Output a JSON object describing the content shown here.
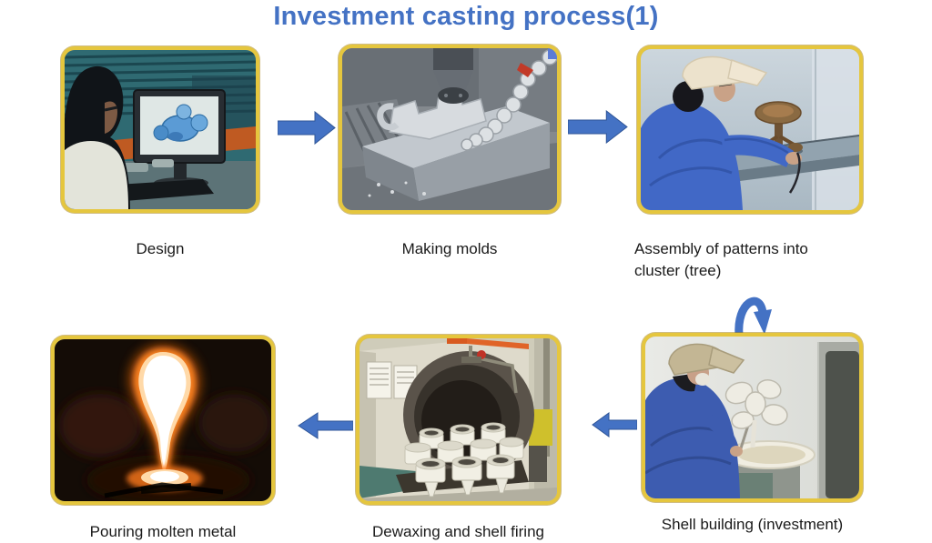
{
  "title": "Investment casting process(1)",
  "colors": {
    "title_blue": "#4472C4",
    "arrow_blue": "#4472C4",
    "arrow_edge": "#2F5597",
    "frame_gold": "#E5C63E",
    "label_text": "#1A1A1A",
    "background": "#FFFFFF"
  },
  "steps": [
    {
      "id": "design",
      "label": "Design",
      "photo": "person-at-computer-viewing-3d-cad-model"
    },
    {
      "id": "making-molds",
      "label": "Making molds",
      "photo": "cnc-machine-milling-metal-mold"
    },
    {
      "id": "assembly",
      "label": "Assembly of patterns into cluster (tree)",
      "photo": "worker-assembling-wax-patterns-on-bench"
    },
    {
      "id": "shell-building",
      "label": "Shell building (investment)",
      "photo": "worker-dipping-cluster-into-slurry-tub"
    },
    {
      "id": "dewaxing",
      "label": "Dewaxing and shell firing",
      "photo": "autoclave-furnace-with-white-ceramic-shells"
    },
    {
      "id": "pouring",
      "label": "Pouring molten metal",
      "photo": "glowing-molten-metal-pour-in-dark-foundry"
    }
  ],
  "arrows": [
    {
      "id": "arrow-design-to-molds",
      "direction": "right"
    },
    {
      "id": "arrow-molds-to-assembly",
      "direction": "right"
    },
    {
      "id": "arrow-assembly-to-shell-building",
      "direction": "curved-down"
    },
    {
      "id": "arrow-shell-building-to-dewaxing",
      "direction": "left"
    },
    {
      "id": "arrow-dewaxing-to-pouring",
      "direction": "left"
    }
  ]
}
